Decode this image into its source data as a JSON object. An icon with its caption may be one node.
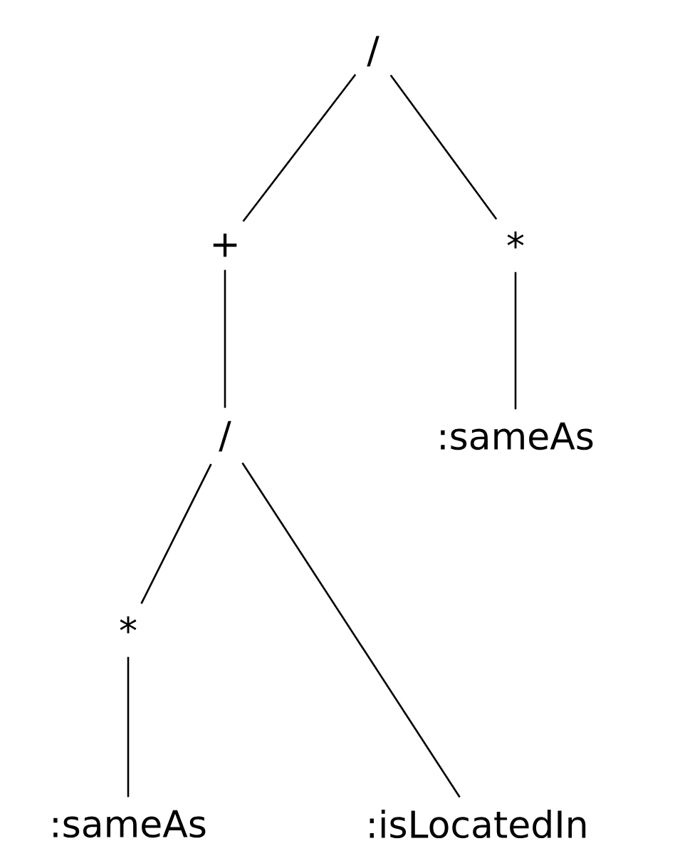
{
  "diagram": {
    "nodes": [
      {
        "text": [
          "/"
        ]
      },
      {
        "text": [
          "+"
        ]
      },
      {
        "text": [
          "*"
        ]
      },
      {
        "text": [
          "/"
        ]
      },
      {
        "text": [
          ":sameAs"
        ]
      },
      {
        "text": [
          "*"
        ]
      },
      {
        "text": [
          ":sameAs"
        ]
      },
      {
        "text": [
          ":isLocatedIn"
        ]
      }
    ],
    "edges": [
      {
        "from": 0,
        "to": 1,
        "arrow": "none"
      },
      {
        "from": 0,
        "to": 2,
        "arrow": "none"
      },
      {
        "from": 1,
        "to": 3,
        "arrow": "none"
      },
      {
        "from": 2,
        "to": 4,
        "arrow": "none"
      },
      {
        "from": 3,
        "to": 5,
        "arrow": "none"
      },
      {
        "from": 3,
        "to": 7,
        "arrow": "none"
      },
      {
        "from": 5,
        "to": 6,
        "arrow": "none"
      }
    ]
  }
}
